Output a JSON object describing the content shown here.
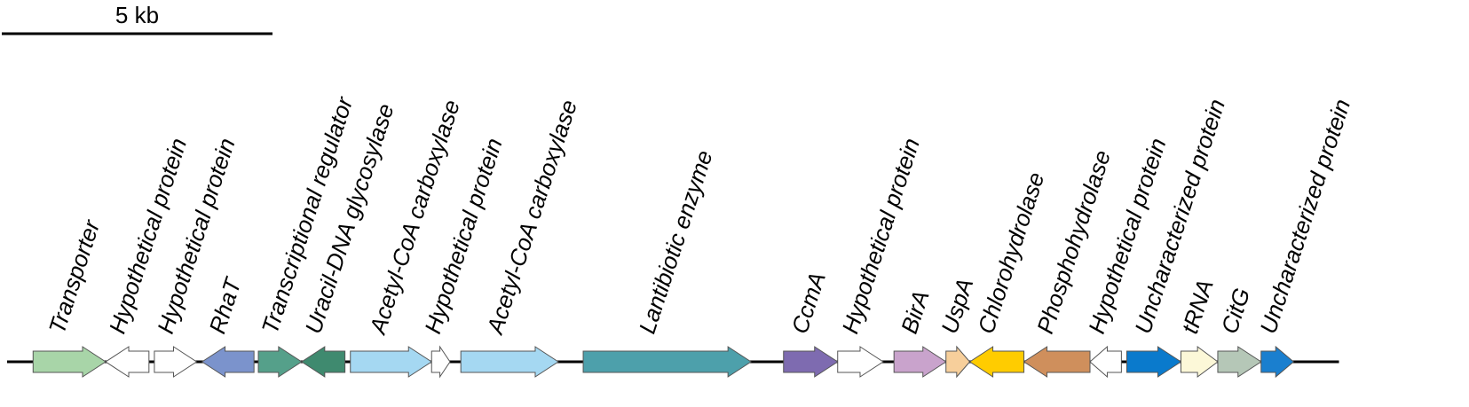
{
  "scale_bar": {
    "label": "5 kb",
    "length_kb": 5
  },
  "locus_length_kb": 24.5,
  "genes": [
    {
      "label": "Transporter",
      "start_kb": 0.48,
      "end_kb": 1.82,
      "strand": "+",
      "color": "#a8d5a8"
    },
    {
      "label": "Hypothetical protein",
      "start_kb": 1.82,
      "end_kb": 2.62,
      "strand": "-",
      "color": "#ffffff"
    },
    {
      "label": "Hypothetical protein",
      "start_kb": 2.72,
      "end_kb": 3.5,
      "strand": "+",
      "color": "#ffffff"
    },
    {
      "label": "RhaT",
      "start_kb": 3.6,
      "end_kb": 4.56,
      "strand": "-",
      "color": "#7b93cc"
    },
    {
      "label": "Transcriptional regulator",
      "start_kb": 4.64,
      "end_kb": 5.44,
      "strand": "+",
      "color": "#55a08a"
    },
    {
      "label": "Uracil-DNA glycosylase",
      "start_kb": 5.44,
      "end_kb": 6.24,
      "strand": "-",
      "color": "#3f8a6f"
    },
    {
      "label": "Acetyl-CoA carboxylase",
      "start_kb": 6.34,
      "end_kb": 7.84,
      "strand": "+",
      "color": "#a5d8f2"
    },
    {
      "label": "Hypothetical protein",
      "start_kb": 7.84,
      "end_kb": 8.18,
      "strand": "+",
      "color": "#ffffff"
    },
    {
      "label": "Acetyl-CoA carboxylase",
      "start_kb": 8.38,
      "end_kb": 10.18,
      "strand": "+",
      "color": "#a5d8f2"
    },
    {
      "label": "Lantibiotic enzyme",
      "start_kb": 10.64,
      "end_kb": 13.74,
      "strand": "+",
      "color": "#4da0ab"
    },
    {
      "label": "CcmA",
      "start_kb": 14.34,
      "end_kb": 15.34,
      "strand": "+",
      "color": "#7e6bb0"
    },
    {
      "label": "Hypothetical protein",
      "start_kb": 15.34,
      "end_kb": 16.18,
      "strand": "+",
      "color": "#ffffff"
    },
    {
      "label": "BirA",
      "start_kb": 16.38,
      "end_kb": 17.34,
      "strand": "+",
      "color": "#c9a3cc"
    },
    {
      "label": "UspA",
      "start_kb": 17.34,
      "end_kb": 17.78,
      "strand": "+",
      "color": "#f7cf9b"
    },
    {
      "label": "Chlorohydrolase",
      "start_kb": 17.78,
      "end_kb": 18.78,
      "strand": "-",
      "color": "#ffcc00"
    },
    {
      "label": "Phosphohydrolase",
      "start_kb": 18.78,
      "end_kb": 20.0,
      "strand": "-",
      "color": "#cf8f5c"
    },
    {
      "label": "Hypothetical protein",
      "start_kb": 20.0,
      "end_kb": 20.58,
      "strand": "-",
      "color": "#ffffff"
    },
    {
      "label": "Uncharacterized protein",
      "start_kb": 20.68,
      "end_kb": 21.68,
      "strand": "+",
      "color": "#0a7acc"
    },
    {
      "label": "tRNA",
      "start_kb": 21.68,
      "end_kb": 22.36,
      "strand": "+",
      "color": "#fcf8d8"
    },
    {
      "label": "CitG",
      "start_kb": 22.36,
      "end_kb": 23.16,
      "strand": "+",
      "color": "#b5c7b7"
    },
    {
      "label": "Uncharacterized protein",
      "start_kb": 23.16,
      "end_kb": 23.76,
      "strand": "+",
      "color": "#1a7fcf"
    }
  ]
}
